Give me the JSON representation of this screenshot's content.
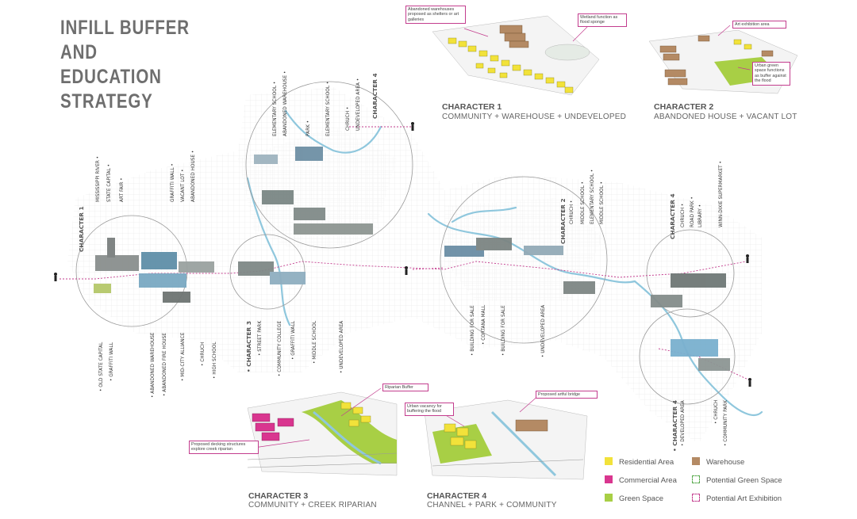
{
  "title_line1": "INFILL BUFFER AND",
  "title_line2": "EDUCATION STRATEGY",
  "colors": {
    "residential": "#f2e23a",
    "commercial": "#d9368f",
    "green": "#a8cf45",
    "warehouse": "#b48a64",
    "green_dash": "#55a84a",
    "art_dash": "#c33d8e",
    "channel": "#8fc7dd"
  },
  "top_panels": {
    "char1": {
      "title": "CHARACTER 1",
      "subtitle": "COMMUNITY + WAREHOUSE + UNDEVELOPED",
      "callout_warehouses": "Abandoned warehouses proposed as shelters or art galleries",
      "callout_wetland": "Wetland function as flood sponge"
    },
    "char2": {
      "title": "CHARACTER 2",
      "subtitle": "ABANDONED HOUSE + VACANT LOT",
      "callout_art": "Art exhibition area",
      "callout_green": "Urban green space functions as buffer against the flood"
    }
  },
  "bottom_panels": {
    "char3": {
      "title": "CHARACTER 3",
      "subtitle": "COMMUNITY + CREEK RIPARIAN",
      "callout_riparian": "Riparian Buffer",
      "callout_decking": "Proposed decking structures explore creek riparian"
    },
    "char4": {
      "title": "CHARACTER 4",
      "subtitle": "CHANNEL + PARK + COMMUNITY",
      "callout_vacancy": "Urban vacancy for buffering the flood",
      "callout_bridge": "Proposed artful bridge"
    }
  },
  "map_labels": {
    "c1_top": [
      {
        "text": "CHARACTER 1",
        "bold": true
      },
      {
        "text": "MISSISSIPPI RIVER"
      },
      {
        "text": "STATE CAPITAL"
      },
      {
        "text": "ART FAIR"
      },
      {
        "text": "GRAFFITI WALL"
      },
      {
        "text": "VACANT LOT"
      },
      {
        "text": "ABANDONED HOUSE"
      }
    ],
    "c4a_top": [
      {
        "text": "ELEMENTARY SCHOOL"
      },
      {
        "text": "ABANDONED WAREHOUSE"
      },
      {
        "text": "PARK"
      },
      {
        "text": "ELEMENTARY SCHOOL"
      },
      {
        "text": "CHRUCH"
      },
      {
        "text": "UNDEVELOPED AREA"
      },
      {
        "text": "CHARACTER 4",
        "bold": true
      }
    ],
    "c2_top": [
      {
        "text": "CHARACTER 2",
        "bold": true
      },
      {
        "text": "CHRUCH"
      },
      {
        "text": "MIDDLE SCHOOL"
      },
      {
        "text": "ELEMENTARY SCHOOL"
      },
      {
        "text": "MIDDLE SCHOOL"
      }
    ],
    "c4b_top": [
      {
        "text": "CHARACTER 4",
        "bold": true
      },
      {
        "text": "CHRUCH"
      },
      {
        "text": "ROAD PARK"
      },
      {
        "text": "LIBRARY"
      },
      {
        "text": "WINN-DIXIE SUPERMARKET"
      }
    ],
    "c1_bottom": [
      {
        "text": "OLD STATE CAPITAL"
      },
      {
        "text": "GRAFFITI WALL"
      },
      {
        "text": "ABANDONED WAREHOUSE"
      },
      {
        "text": "ABANDONED FIRE HOUSE"
      },
      {
        "text": "MID-CITY ALLIANCE"
      },
      {
        "text": "CHRUCH"
      },
      {
        "text": "HIGH SCHOOL"
      }
    ],
    "c3_bottom": [
      {
        "text": "CHARACTER 3",
        "bold": true
      },
      {
        "text": "STREET PARK"
      },
      {
        "text": "COMMUNITY COLLEGE"
      },
      {
        "text": "GRAFFITI WALL"
      },
      {
        "text": "MIDDLE SCHOOL"
      },
      {
        "text": "UNDEVELOPED AREA"
      }
    ],
    "c2_bottom": [
      {
        "text": "BUILDING FOR SALE"
      },
      {
        "text": "CORTANA MALL"
      },
      {
        "text": "BUILDING FOR SALE"
      },
      {
        "text": "UNDEVELOPED AREA"
      }
    ],
    "c4_bottom": [
      {
        "text": "CHARACTER 4",
        "bold": true
      },
      {
        "text": "DEVELOPED AREA"
      },
      {
        "text": "CHRUCH"
      },
      {
        "text": "COMMUNITY PARK"
      }
    ]
  },
  "legend": {
    "residential": "Residential Area",
    "warehouse": "Warehouse",
    "commercial": "Commercial Area",
    "potential_green": "Potential Green Space",
    "green": "Green Space",
    "potential_art": "Potential Art Exhibition"
  }
}
